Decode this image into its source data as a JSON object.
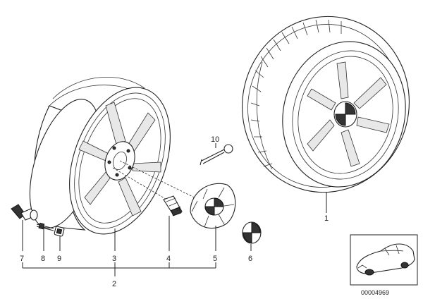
{
  "callouts": {
    "c1": "1",
    "c2": "2",
    "c3": "3",
    "c4": "4",
    "c5": "5",
    "c6": "6",
    "c7": "7",
    "c8": "8",
    "c9": "9",
    "c10": "10"
  },
  "diagram_code": "00004969"
}
